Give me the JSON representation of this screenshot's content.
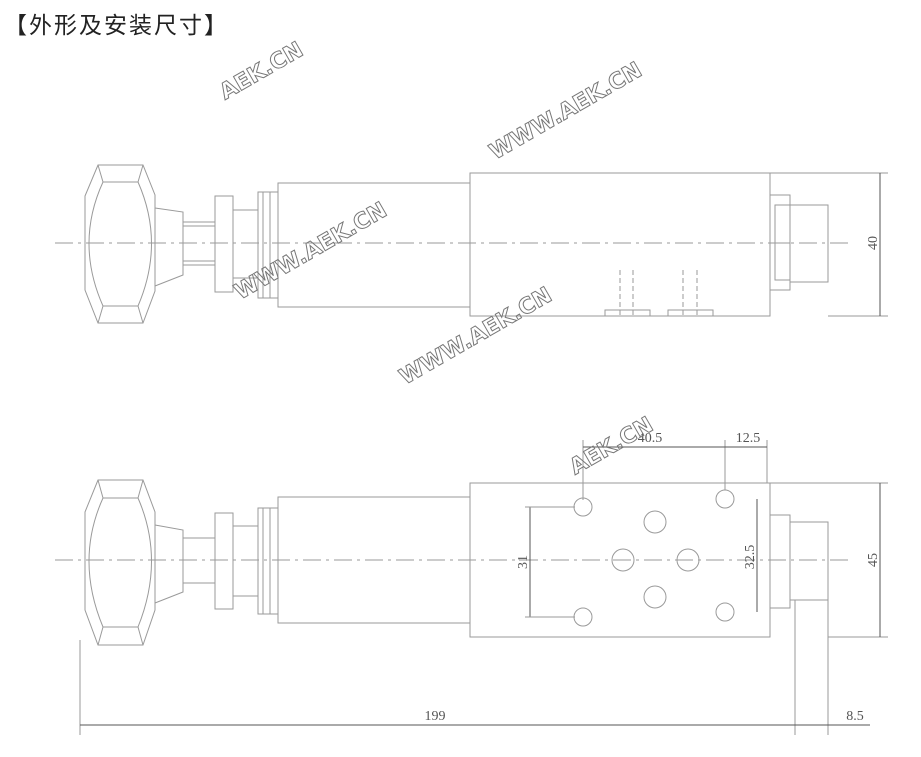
{
  "title": "【外形及安装尺寸】",
  "watermark": "WWW.AEK.CN",
  "watermark_short": "AEK.CN",
  "dimensions": {
    "top_height": "40",
    "bottom_height": "45",
    "port_spacing_vertical_left": "31",
    "port_spacing_vertical_right": "32.5",
    "port_spacing_horizontal": "40.5",
    "end_offset": "12.5",
    "overall_length": "199",
    "cap_length": "8.5"
  }
}
